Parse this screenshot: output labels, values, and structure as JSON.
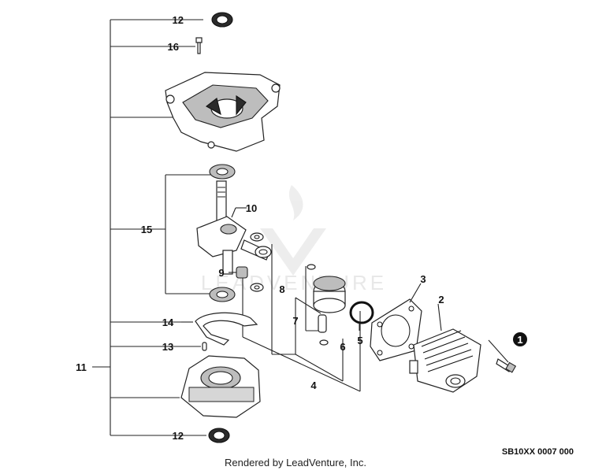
{
  "watermark": {
    "text": "LEADVENTURE"
  },
  "callouts": {
    "c12_top": "12",
    "c16": "16",
    "c10": "10",
    "c15": "15",
    "c9": "9",
    "c8": "8",
    "c7": "7",
    "c6": "6",
    "c5": "5",
    "c3": "3",
    "c2": "2",
    "c1": "1",
    "c14": "14",
    "c13": "13",
    "c11": "11",
    "c4": "4",
    "c12_bottom": "12"
  },
  "footer": {
    "rendered_by": "Rendered by LeadVenture, Inc.",
    "diagram_code": "SB10XX 0007 000"
  },
  "colors": {
    "line": "#222222",
    "background": "#ffffff",
    "watermark": "#e6e6e6"
  }
}
